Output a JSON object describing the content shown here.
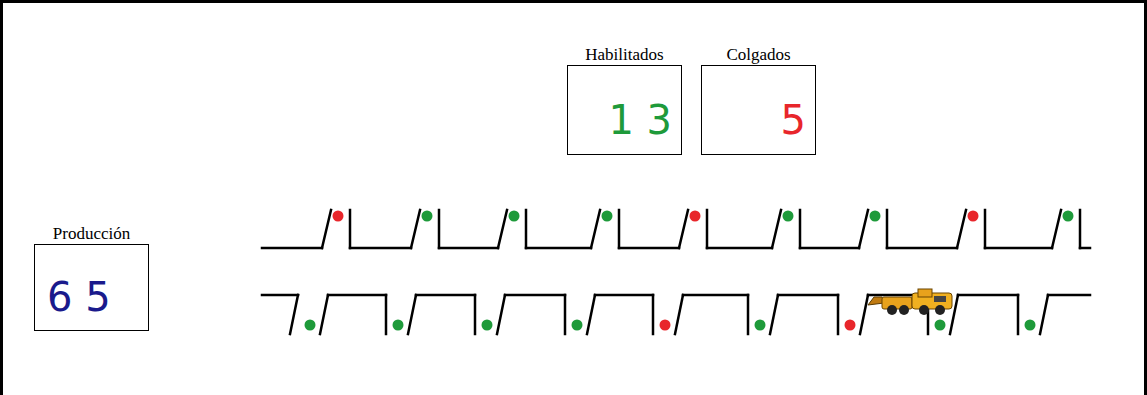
{
  "diagram": {
    "nodes": [
      {
        "text": [
          "Habilitados",
          "1 3"
        ]
      },
      {
        "text": [
          "Colgados",
          "5"
        ]
      },
      {
        "text": [
          "Producción",
          "6 5"
        ]
      }
    ]
  }
}
